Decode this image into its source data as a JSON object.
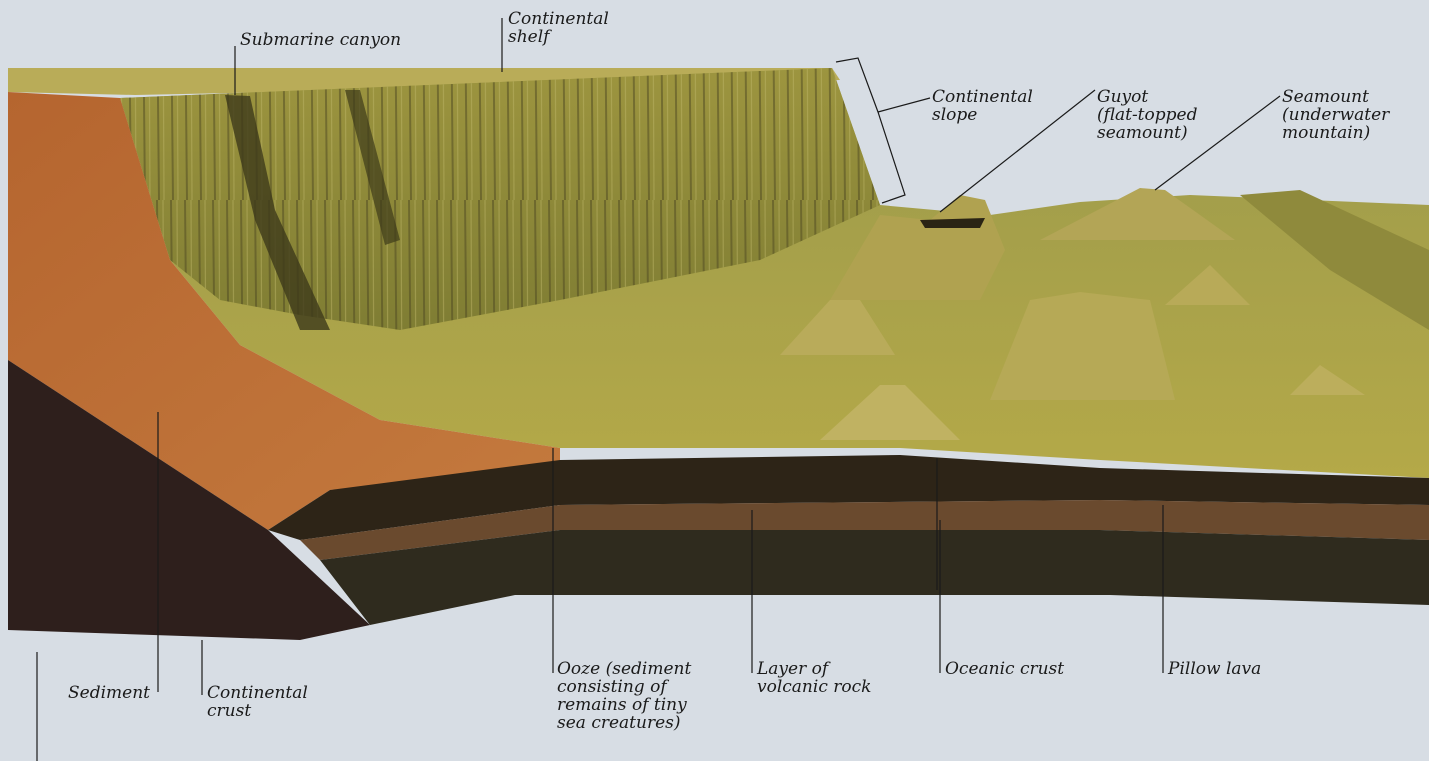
{
  "labels": {
    "submarine_canyon": "Submarine canyon",
    "continental_shelf": "Continental\nshelf",
    "continental_slope": "Continental\nslope",
    "guyot": "Guyot\n(flat-topped\nseamount)",
    "seamount": "Seamount\n(underwater\nmountain)",
    "sediment": "Sediment",
    "continental_crust": "Continental\ncrust",
    "ooze": "Ooze (sediment\nconsisting of\nremains of tiny\nsea creatures)",
    "volcanic_rock": "Layer of\nvolcanic rock",
    "oceanic_crust": "Oceanic crust",
    "pillow_lava": "Pillow lava"
  },
  "colors": {
    "background": "#d7dde4",
    "seabed": "#a9a442",
    "shelf_top": "#b6a955",
    "cliff": "#8b8735",
    "sediment": "#b8652f",
    "continental_crust": "#2e1f1c",
    "ooze": "#2d2417",
    "volcanic_rock": "#6a4a2e",
    "oceanic_crust": "#2f2b1e"
  }
}
